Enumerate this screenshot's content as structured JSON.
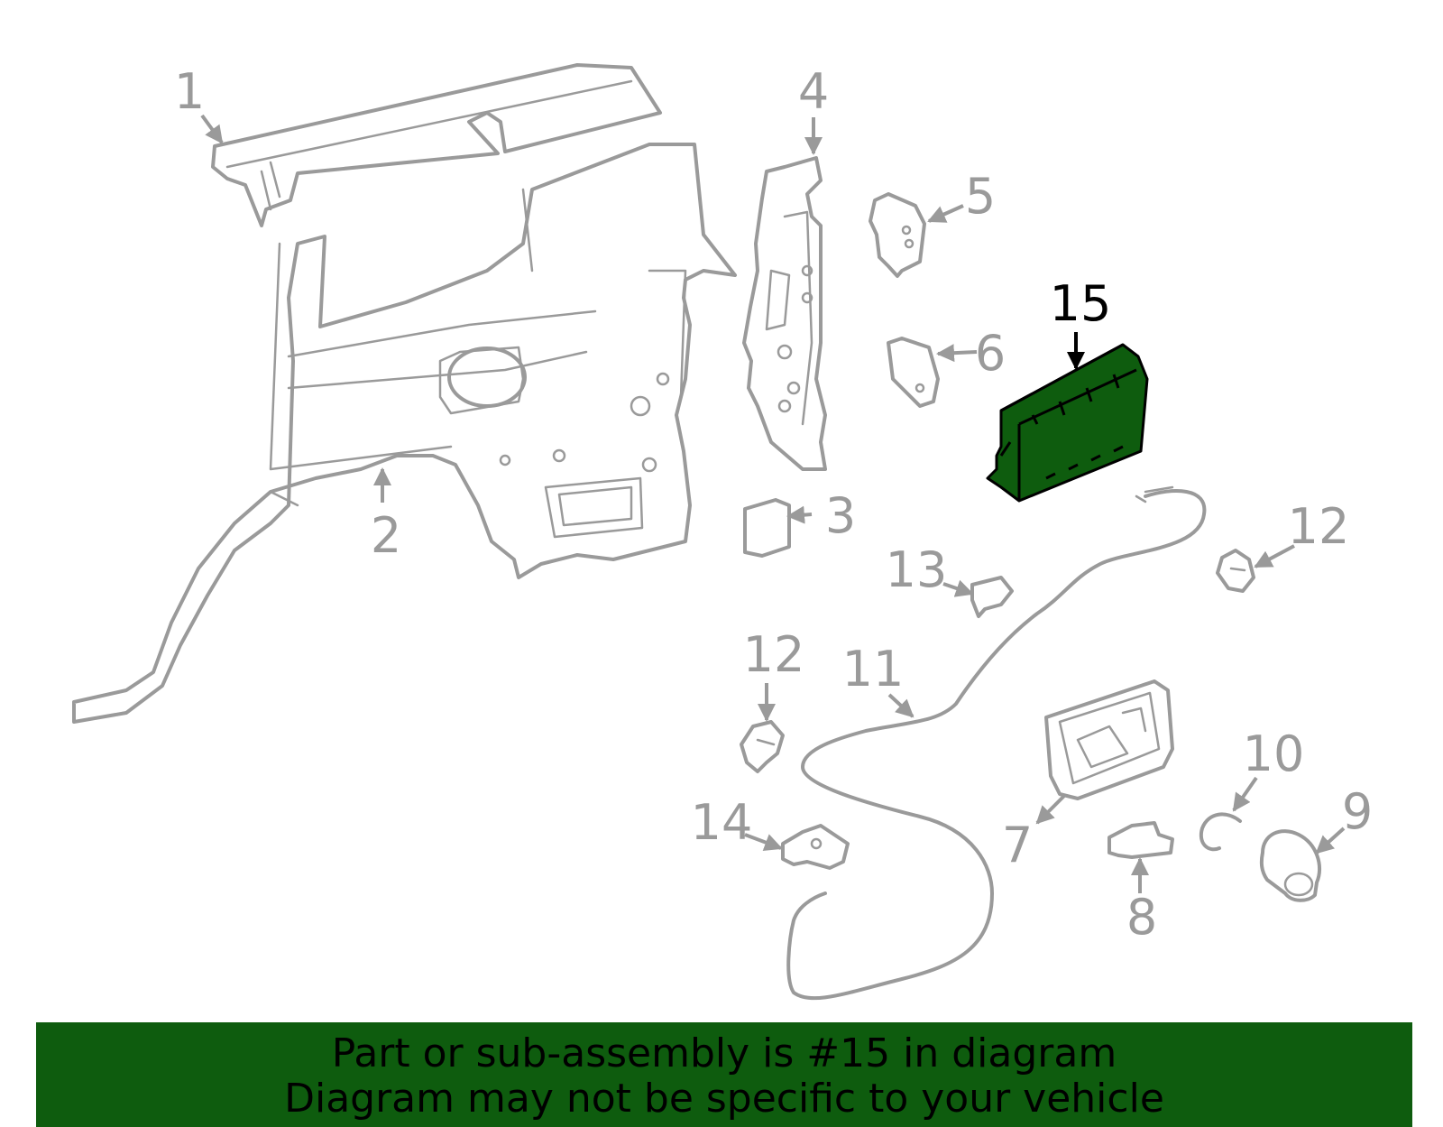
{
  "highlight_color": "#0e5c0e",
  "highlighted_part": "15",
  "callouts": {
    "c1": "1",
    "c2": "2",
    "c3": "3",
    "c4": "4",
    "c5": "5",
    "c6": "6",
    "c7": "7",
    "c8": "8",
    "c9": "9",
    "c10": "10",
    "c11": "11",
    "c12a": "12",
    "c12b": "12",
    "c13": "13",
    "c14": "14",
    "c15": "15"
  },
  "banner": {
    "line1": "Part or sub-assembly is #15 in diagram",
    "line2": "Diagram may not be specific to your vehicle"
  }
}
